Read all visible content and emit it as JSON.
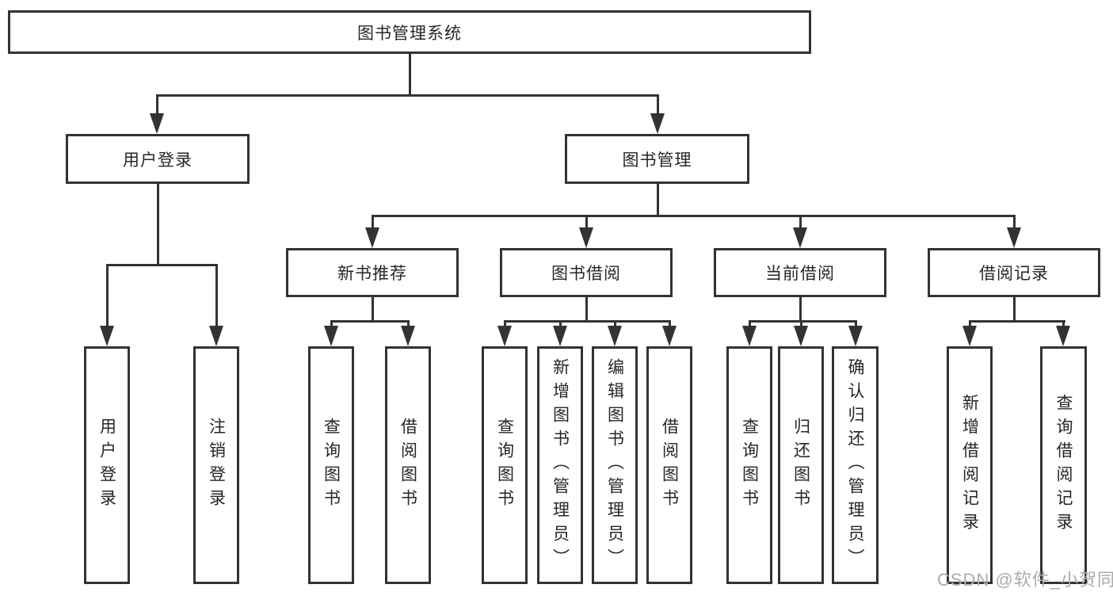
{
  "diagram": {
    "root": {
      "label": "图书管理系统",
      "children": [
        {
          "label": "用户登录",
          "children": [
            {
              "label": "用户登录"
            },
            {
              "label": "注销登录"
            }
          ]
        },
        {
          "label": "图书管理",
          "children": [
            {
              "label": "新书推荐",
              "children": [
                {
                  "label": "查询图书"
                },
                {
                  "label": "借阅图书"
                }
              ]
            },
            {
              "label": "图书借阅",
              "children": [
                {
                  "label": "查询图书"
                },
                {
                  "label": "新增图书（管理员）"
                },
                {
                  "label": "编辑图书（管理员）"
                },
                {
                  "label": "借阅图书"
                }
              ]
            },
            {
              "label": "当前借阅",
              "children": [
                {
                  "label": "查询图书"
                },
                {
                  "label": "归还图书"
                },
                {
                  "label": "确认归还（管理员）"
                }
              ]
            },
            {
              "label": "借阅记录",
              "children": [
                {
                  "label": "新增借阅记录"
                },
                {
                  "label": "查询借阅记录"
                }
              ]
            }
          ]
        }
      ]
    }
  },
  "watermark": {
    "text": "CSDN @软件_小贺同学"
  },
  "colors": {
    "line": "#333333",
    "text": "#262626",
    "background": "#ffffff",
    "watermark": "#ababab"
  }
}
